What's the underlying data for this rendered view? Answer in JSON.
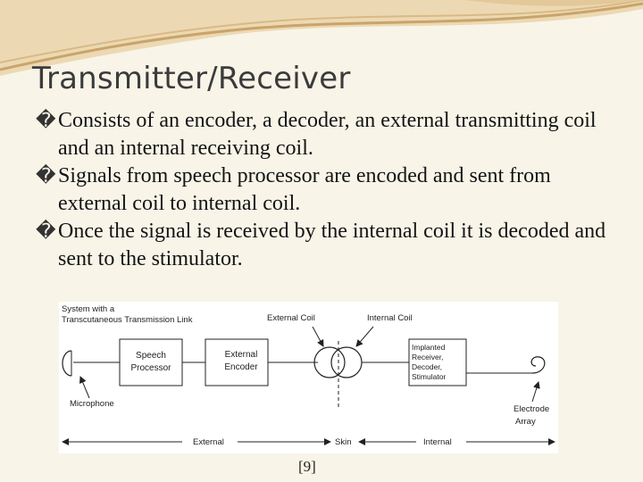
{
  "slide": {
    "title": "Transmitter/Receiver",
    "bullet_glyph": "�",
    "bullets": [
      "Consists of an encoder, a decoder, an external transmitting coil and an internal receiving coil.",
      "Signals from speech processor are encoded and sent from external coil to internal coil.",
      "Once the signal is received by the internal coil it is decoded and sent to the stimulator."
    ],
    "citation": "[9]",
    "accent_colors": {
      "swoosh_dark": "#c9a46a",
      "swoosh_light": "#ecd9b3",
      "background": "#f8f4e8"
    }
  },
  "figure": {
    "system_label_line1": "System with a",
    "system_label_line2": "Transcutaneous Transmission Link",
    "speech_processor_line1": "Speech",
    "speech_processor_line2": "Processor",
    "external_encoder_line1": "External",
    "external_encoder_line2": "Encoder",
    "external_coil": "External Coil",
    "internal_coil": "Internal Coil",
    "implanted_line1": "Implanted",
    "implanted_line2": "Receiver,",
    "implanted_line3": "Decoder,",
    "implanted_line4": "Stimulator",
    "microphone": "Microphone",
    "electrode_line1": "Electrode",
    "electrode_line2": "Array",
    "external": "External",
    "skin": "Skin",
    "internal": "Internal"
  }
}
